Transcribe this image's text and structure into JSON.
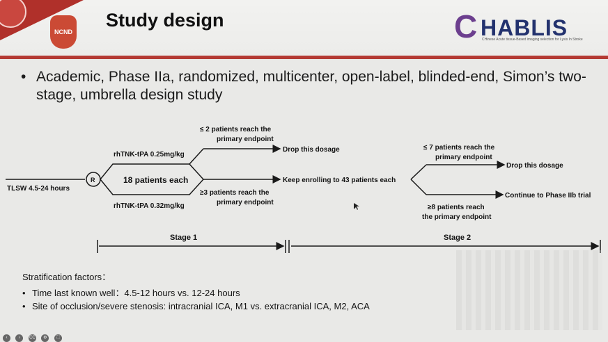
{
  "slide": {
    "title": "Study design",
    "logos": {
      "ncnd": "NCND",
      "chablis_c": "C",
      "chablis_rest": "HABLIS",
      "chablis_sub": "CHinese Acute tissue-Based imaging selection for Lysis In Stroke"
    },
    "bullet": "Academic, Phase IIa, randomized, multicenter, open-label, blinded-end, Simon’s two-stage, umbrella design study"
  },
  "diagram": {
    "start_label": "TLSW 4.5-24 hours",
    "randomize": "R",
    "arm_top": "rhTNK-tPA  0.25mg/kg",
    "arm_bottom": "rhTNK-tPA  0.32mg/kg",
    "per_arm": "18 patients each",
    "s1_low_line1": "≤ 2 patients reach the",
    "s1_low_line2": "primary endpoint",
    "s1_high_line1": "≥3 patients reach the",
    "s1_high_line2": "primary endpoint",
    "drop1": "Drop this dosage",
    "keep": "Keep enrolling to 43 patients each",
    "s2_low_line1": "≤ 7 patients reach the",
    "s2_low_line2": "primary endpoint",
    "drop2": "Drop this dosage",
    "continue": "Continue to Phase IIb trial",
    "s2_high_line1": "≥8 patients reach",
    "s2_high_line2": "the primary endpoint",
    "stage1": "Stage 1",
    "stage2": "Stage 2"
  },
  "stratification": {
    "title": "Stratification factors：",
    "items": [
      "Time last known well：4.5-12 hours vs. 12-24 hours",
      "Site of occlusion/severe stenosis: intracranial ICA, M1 vs. extracranial ICA, M2, ACA"
    ]
  },
  "player_controls": [
    "‹",
    "›",
    "CC",
    "⚙",
    "⛶"
  ]
}
